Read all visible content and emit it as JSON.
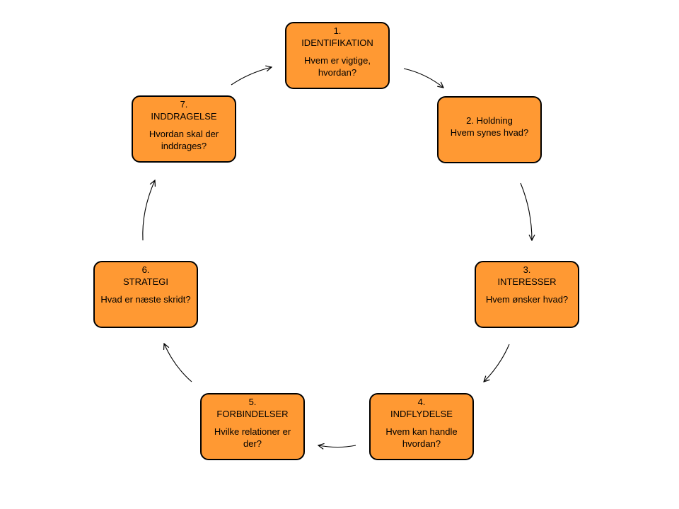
{
  "colors": {
    "box_fill": "#FF9933",
    "box_border": "#000000",
    "arrow": "#000000",
    "text": "#000000"
  },
  "steps": [
    {
      "number": "1.",
      "title": "IDENTIFIKATION",
      "question": "Hvem er vigtige, hvordan?"
    },
    {
      "number": "",
      "title": "2.  Holdning",
      "question": "Hvem synes hvad?"
    },
    {
      "number": "3.",
      "title": "INTERESSER",
      "question": "Hvem ønsker hvad?"
    },
    {
      "number": "4.",
      "title": "INDFLYDELSE",
      "question": "Hvem kan handle hvordan?"
    },
    {
      "number": "5.",
      "title": "FORBINDELSER",
      "question": "Hvilke relationer er der?"
    },
    {
      "number": "6.",
      "title": "STRATEGI",
      "question": "Hvad er næste skridt?"
    },
    {
      "number": "7.",
      "title": "INDDRAGELSE",
      "question": "Hvordan skal der inddrages?"
    }
  ]
}
